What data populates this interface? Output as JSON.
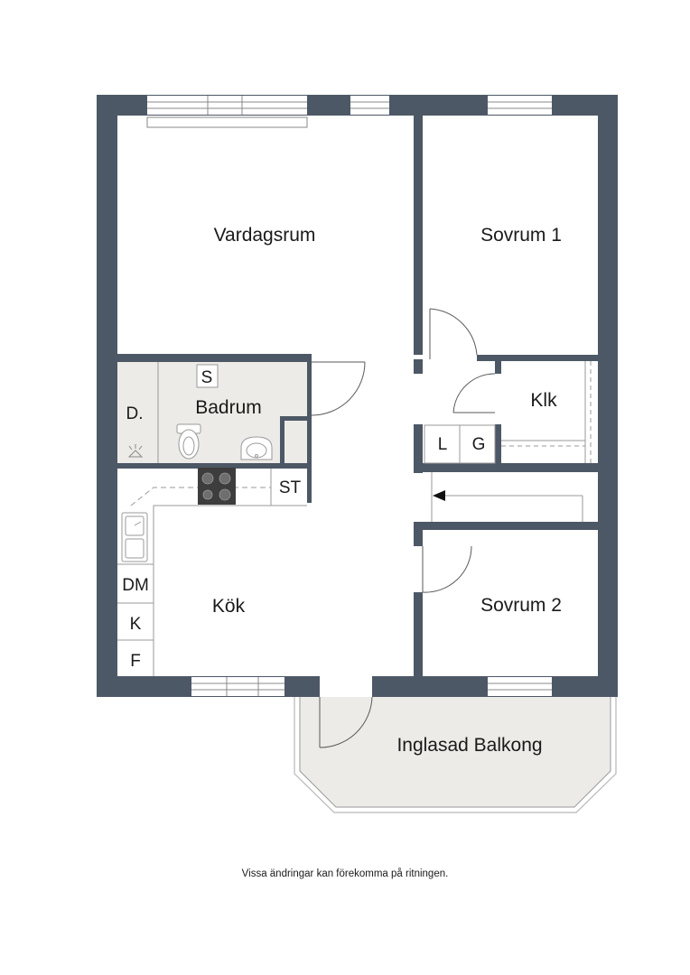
{
  "colors": {
    "wall": "#4d5866",
    "bathroom_floor": "#ecebe7",
    "balcony_floor": "#ecebe7",
    "fixture_line": "#9a9a9a",
    "stove": "#3d3d3d"
  },
  "rooms": {
    "vardagsrum": "Vardagsrum",
    "sovrum1": "Sovrum 1",
    "sovrum2": "Sovrum 2",
    "badrum": "Badrum",
    "kok": "Kök",
    "klk": "Klk",
    "balkong": "Inglasad Balkong"
  },
  "fixtures": {
    "s": "S",
    "d": "D.",
    "l": "L",
    "g": "G",
    "st": "ST",
    "dm": "DM",
    "k": "K",
    "f": "F"
  },
  "icons": [
    "door-swing-icon",
    "toilet-icon",
    "sink-icon",
    "stove-icon",
    "double-sink-icon",
    "lamp-icon",
    "arrow-left-icon"
  ],
  "footer_note": "Vissa ändringar kan förekomma på ritningen."
}
